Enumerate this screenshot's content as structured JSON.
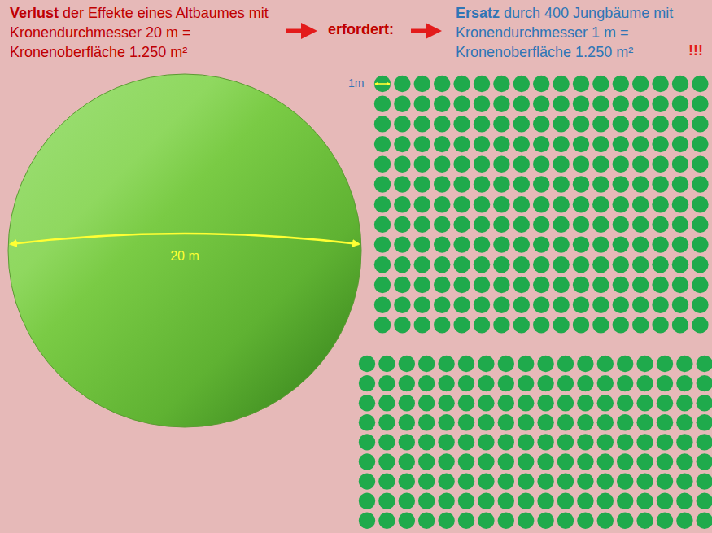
{
  "diagram": {
    "nodes": [
      {
        "text": [
          "20 m"
        ]
      }
    ],
    "labels": [
      "Verlust",
      "der Effekte eines Altbaumes mit Kronendurchmesser 20 m = Kronenoberfläche 1.250 m²",
      "erfordert:",
      "Ersatz",
      "durch 400 Jungbäume mit Kronendurchmesser 1 m = Kronenoberfläche 1.250 m²",
      "!!!",
      "1m"
    ]
  }
}
